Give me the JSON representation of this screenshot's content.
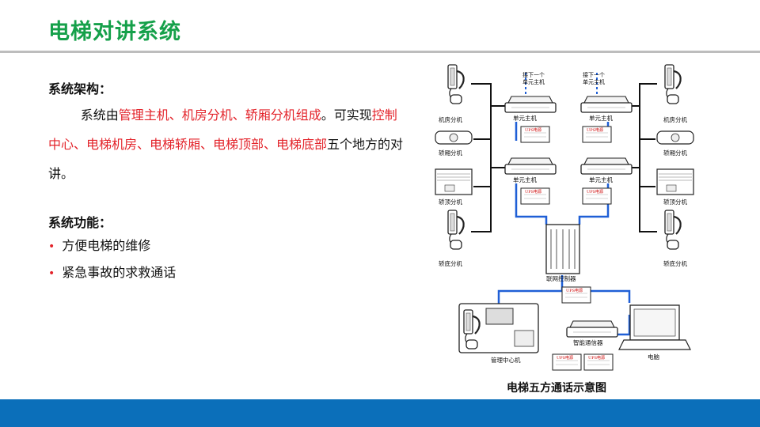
{
  "title": "电梯对讲系统",
  "architecture": {
    "heading": "系统架构：",
    "indent": "        ",
    "p1": "系统由",
    "p2": "管理主机、机房分机、轿厢分机组成",
    "p3": "。可实现",
    "p4": "控制中心、电梯机房、电梯轿厢、电梯顶部、电梯底部",
    "p5": "五个地方的对讲。"
  },
  "functions": {
    "heading": "系统功能：",
    "items": [
      "方便电梯的维修",
      "紧急事故的求救通话"
    ]
  },
  "diagram": {
    "caption": "电梯五方通话示意图",
    "next_unit_label_1": "接下一个",
    "next_unit_label_2": "单元主机",
    "unit_host": "单元主机",
    "machine_room": "机房分机",
    "car": "轿厢分机",
    "car_top": "轿顶分机",
    "car_bottom": "轿底分机",
    "controller": "联网控制器",
    "management": "管理中心机",
    "comm": "智能通信器",
    "computer": "电脑",
    "power": "UPS电源"
  },
  "colors": {
    "title": "#15a04a",
    "highlight": "#e3242b",
    "footer": "#0b6fba",
    "net_line": "#1f5fd6"
  }
}
